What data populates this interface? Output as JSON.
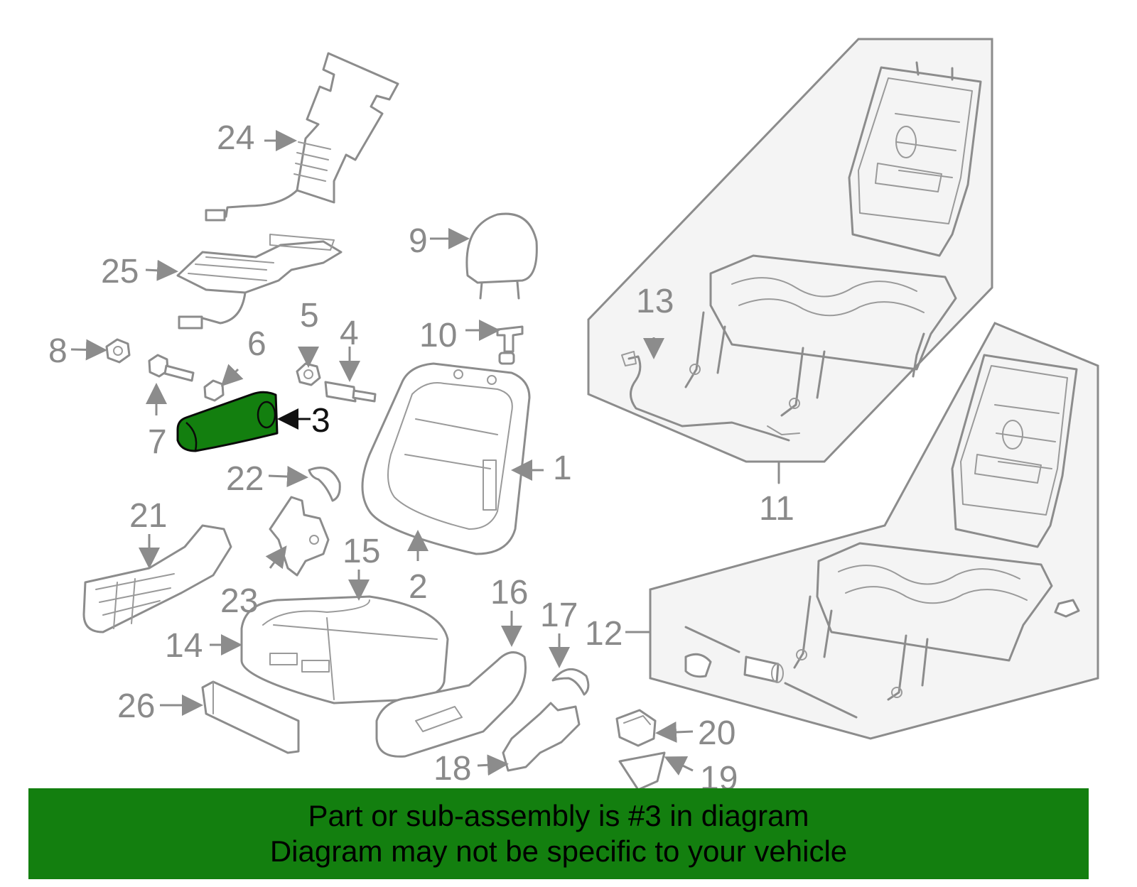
{
  "colors": {
    "highlight": "#137f0f",
    "banner": "#137f0f",
    "line": "#8c8c8c",
    "panel": "#f4f4f4"
  },
  "highlighted_part": "3",
  "callouts": {
    "c1": "1",
    "c2": "2",
    "c3": "3",
    "c4": "4",
    "c5": "5",
    "c6": "6",
    "c7": "7",
    "c8": "8",
    "c9": "9",
    "c10": "10",
    "c11": "11",
    "c12": "12",
    "c13": "13",
    "c14": "14",
    "c15": "15",
    "c16": "16",
    "c17": "17",
    "c18": "18",
    "c19": "19",
    "c20": "20",
    "c21": "21",
    "c22": "22",
    "c23": "23",
    "c24": "24",
    "c25": "25",
    "c26": "26"
  },
  "banner": {
    "line1": "Part or sub-assembly is #3 in diagram",
    "line2": "Diagram may not be specific to your vehicle"
  }
}
